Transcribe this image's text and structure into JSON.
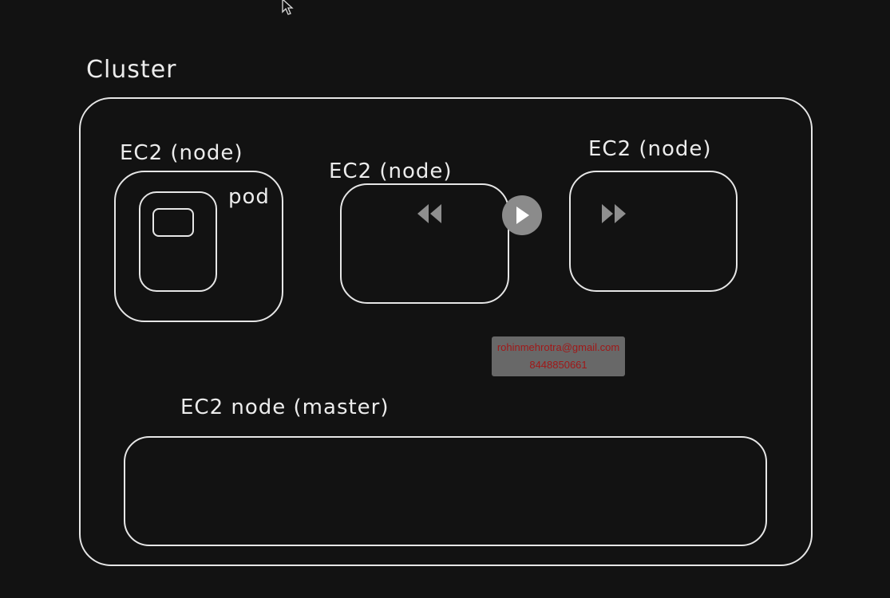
{
  "labels": {
    "cluster": "Cluster",
    "node_1": "EC2 (node)",
    "node_2": "EC2 (node)",
    "node_3": "EC2 (node)",
    "pod": "pod",
    "master": "EC2 node (master)"
  },
  "player": {
    "rewind_icon": "rewind-icon",
    "play_icon": "play-icon",
    "forward_icon": "fast-forward-icon"
  },
  "watermark": {
    "email": "rohinmehrotra@gmail.com",
    "phone": "8448850661"
  },
  "colors": {
    "background": "#121212",
    "stroke": "#e6e6e6",
    "watermark_text": "#a01818"
  }
}
